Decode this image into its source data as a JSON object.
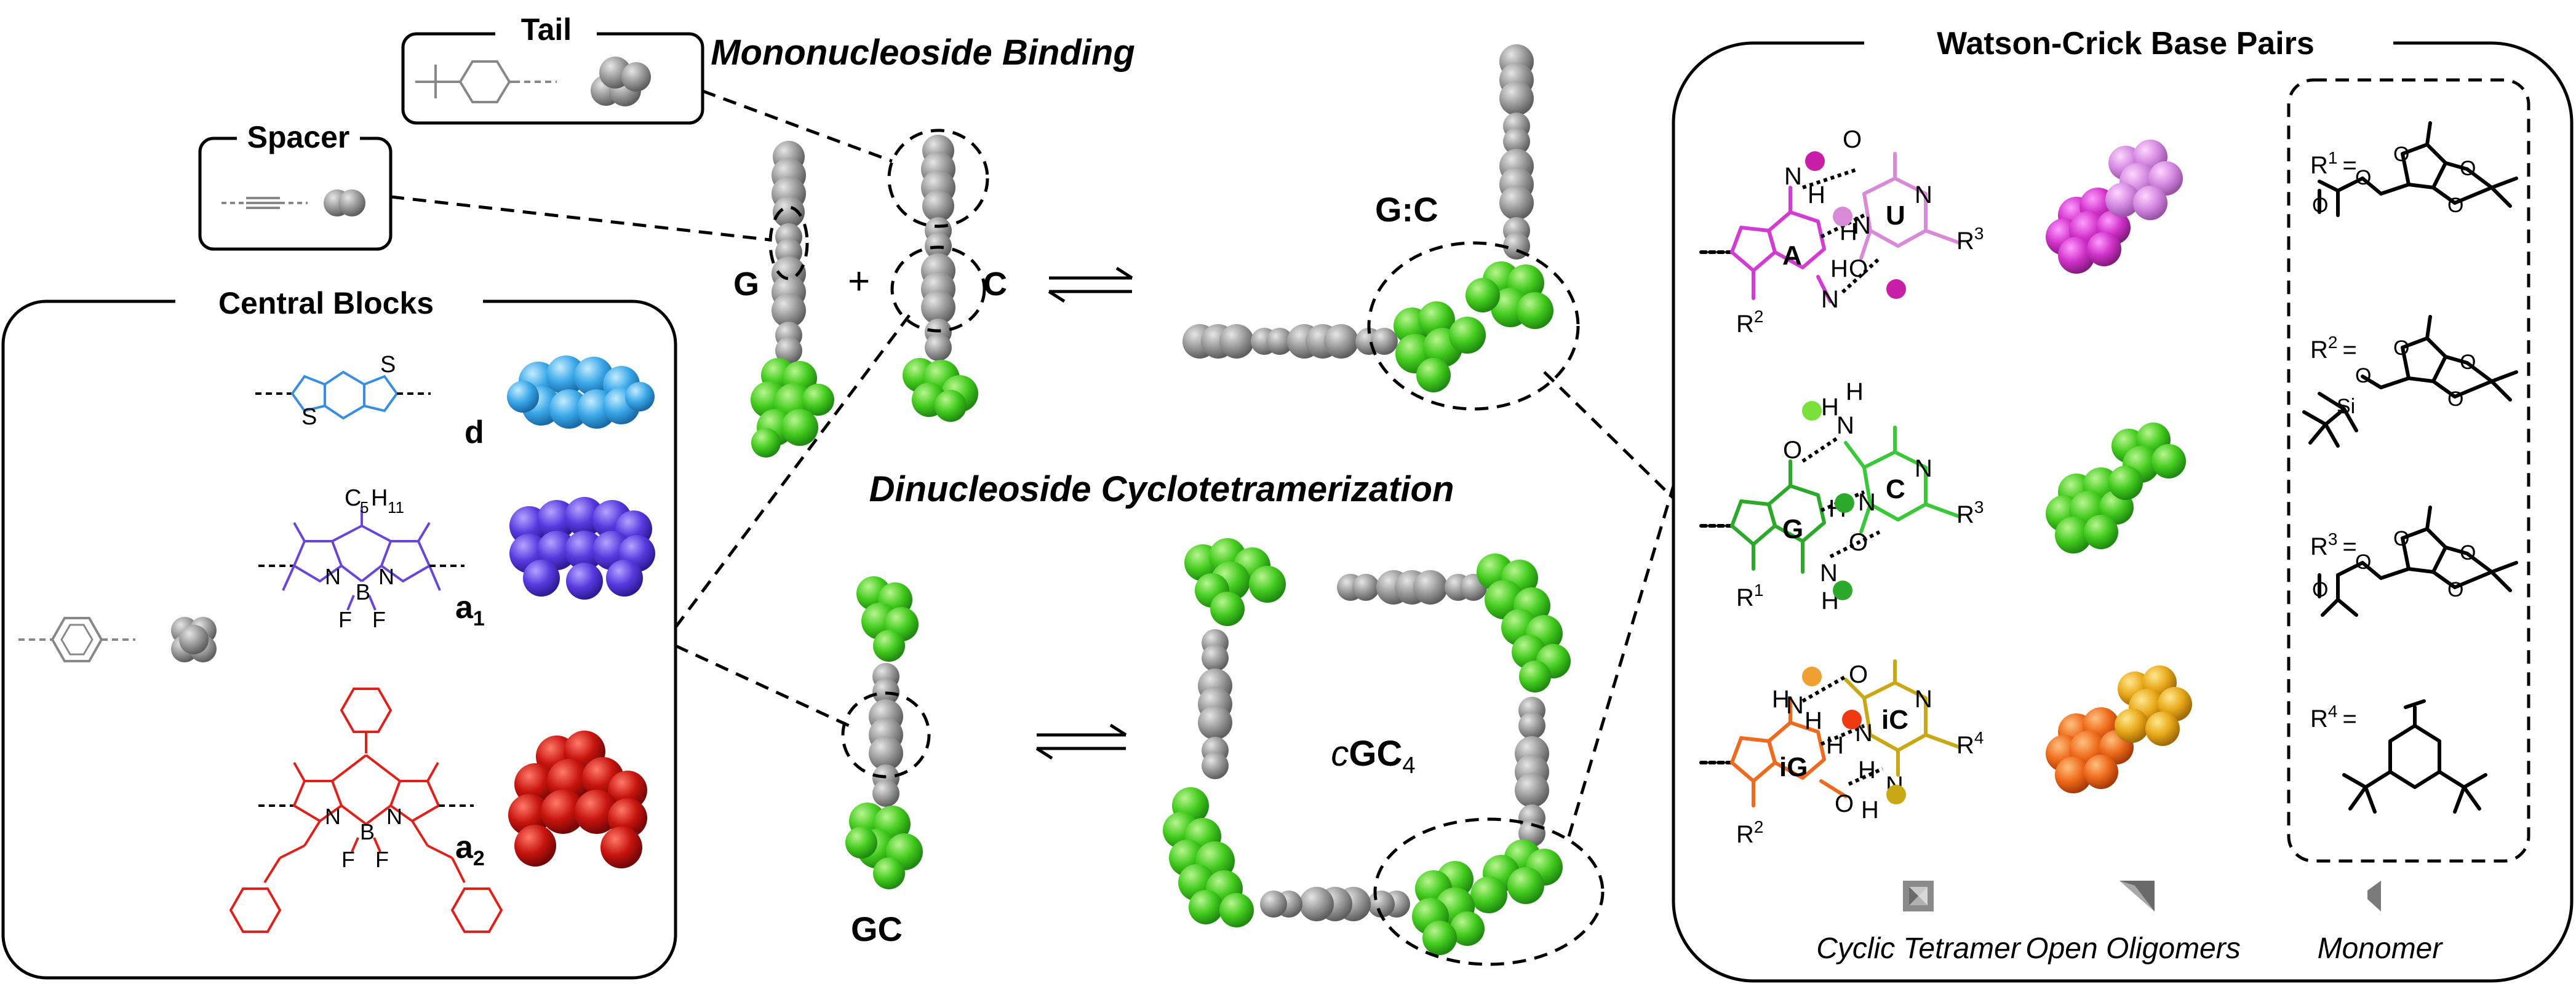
{
  "labels": {
    "tail": "Tail",
    "spacer": "Spacer",
    "central_blocks": "Central Blocks",
    "mononucleoside_binding": "Mononucleoside Binding",
    "dinucleoside_cyclotetramerization": "Dinucleoside Cyclotetramerization",
    "watson_crick": "Watson-Crick Base Pairs",
    "g": "G",
    "plus": "+",
    "c": "C",
    "gc_pair": "G:C",
    "gc": "GC",
    "cgc4_prefix": "c",
    "cgc4_main": "GC",
    "cgc4_sub": "4",
    "block_d": "d",
    "block_a": "a",
    "sub_1": "1",
    "sub_2": "2",
    "c5h11_c": "C",
    "c5h11_5": "5",
    "c5h11_h": "H",
    "c5h11_11": "11"
  },
  "base_pairs": {
    "au": {
      "base1": "A",
      "base2": "U",
      "r_left": "R",
      "r_left_sup": "2",
      "r_right": "R",
      "r_right_sup": "3"
    },
    "gc": {
      "base1": "G",
      "base2": "C",
      "r_left": "R",
      "r_left_sup": "1",
      "r_right": "R",
      "r_right_sup": "3"
    },
    "igic": {
      "base1": "iG",
      "base2": "iC",
      "r_left": "R",
      "r_left_sup": "2",
      "r_right": "R",
      "r_right_sup": "4"
    }
  },
  "atoms": {
    "n": "N",
    "h": "H",
    "o": "O",
    "s": "S",
    "b": "B",
    "f": "F",
    "si": "Si"
  },
  "substituents": [
    {
      "label": "R",
      "sup": "1",
      "eq": "="
    },
    {
      "label": "R",
      "sup": "2",
      "eq": "="
    },
    {
      "label": "R",
      "sup": "3",
      "eq": "="
    },
    {
      "label": "R",
      "sup": "4",
      "eq": "="
    }
  ],
  "legend": [
    {
      "label": "Cyclic Tetramer",
      "icon": "cyclic-tetramer-icon"
    },
    {
      "label": "Open Oligomers",
      "icon": "open-oligomers-icon"
    },
    {
      "label": "Monomer",
      "icon": "monomer-icon"
    }
  ],
  "colors": {
    "gray": "#8c8c8c",
    "green": "#3cc81e",
    "blue_d": "#3aa3e0",
    "purple_a1": "#6a45d8",
    "red_a2": "#e0201a",
    "magenta_a": "#d23cd2",
    "pink_u": "#d87cd8",
    "green_g": "#2ca82a",
    "green_c": "#38c838",
    "orange_ig": "#ee6a1e",
    "gold_ic": "#c8a814",
    "dots_au": [
      "#c81ea8",
      "#d88ad8",
      "#c81ea8"
    ],
    "dots_gc": [
      "#7ae03c",
      "#2ca82a",
      "#2ca82a"
    ],
    "dots_igic": [
      "#f0a030",
      "#ee3a10",
      "#c8a814"
    ]
  }
}
